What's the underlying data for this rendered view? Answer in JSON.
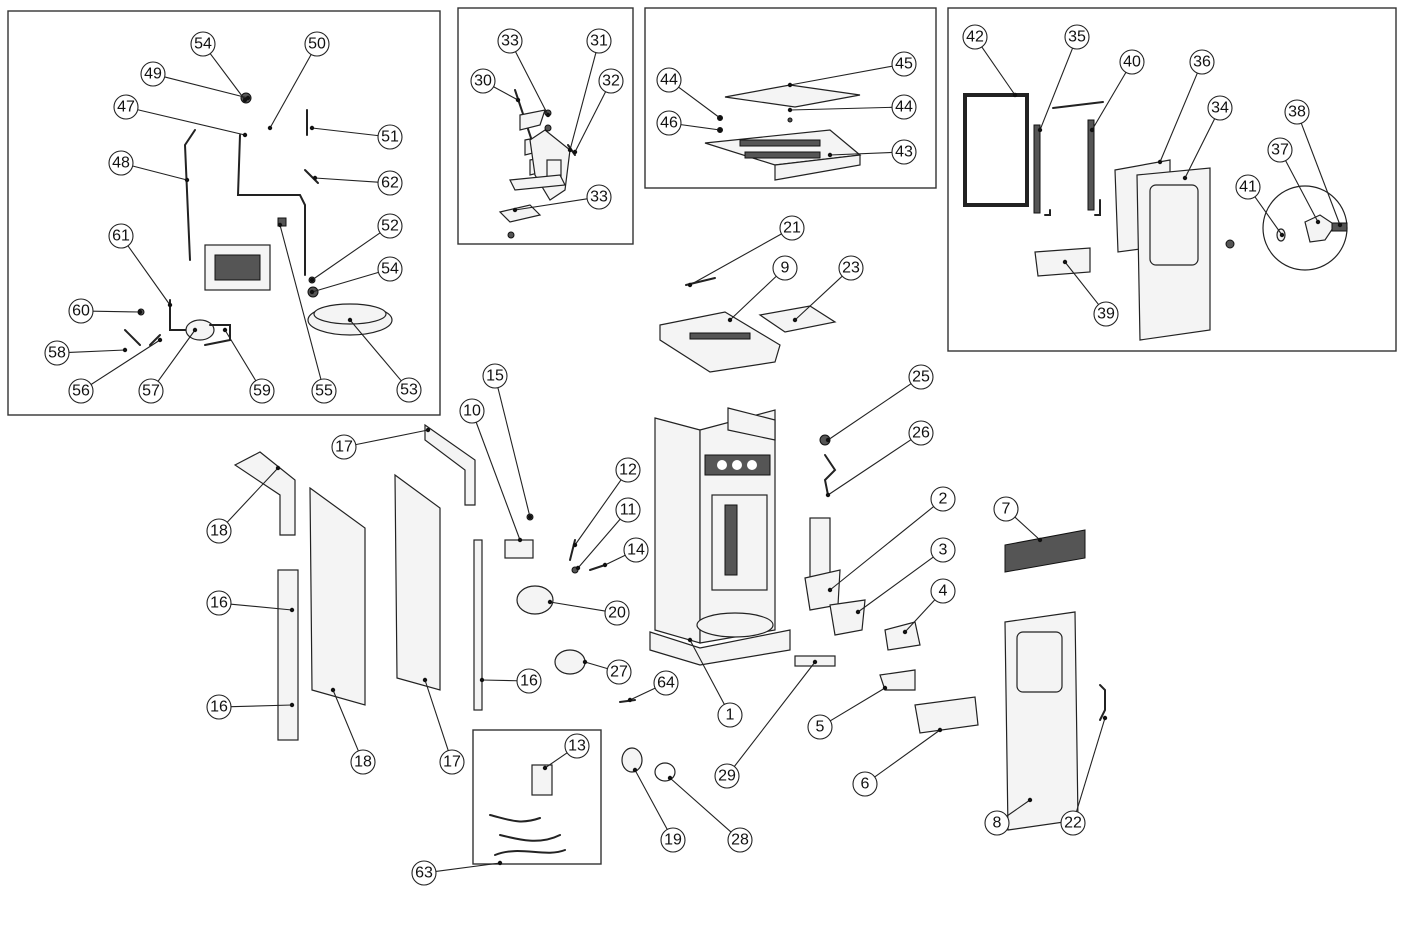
{
  "callouts": [
    "54",
    "50",
    "49",
    "47",
    "51",
    "48",
    "62",
    "61",
    "52",
    "54",
    "60",
    "58",
    "53",
    "56",
    "57",
    "59",
    "55",
    "33",
    "31",
    "30",
    "32",
    "33",
    "44",
    "45",
    "44",
    "46",
    "43",
    "42",
    "35",
    "40",
    "36",
    "34",
    "38",
    "37",
    "41",
    "39",
    "21",
    "9",
    "23",
    "25",
    "26",
    "15",
    "10",
    "17",
    "18",
    "16",
    "16",
    "12",
    "11",
    "14",
    "20",
    "27",
    "16",
    "64",
    "1",
    "2",
    "3",
    "4",
    "7",
    "5",
    "6",
    "29",
    "8",
    "22",
    "18",
    "17",
    "13",
    "19",
    "28",
    "63"
  ]
}
